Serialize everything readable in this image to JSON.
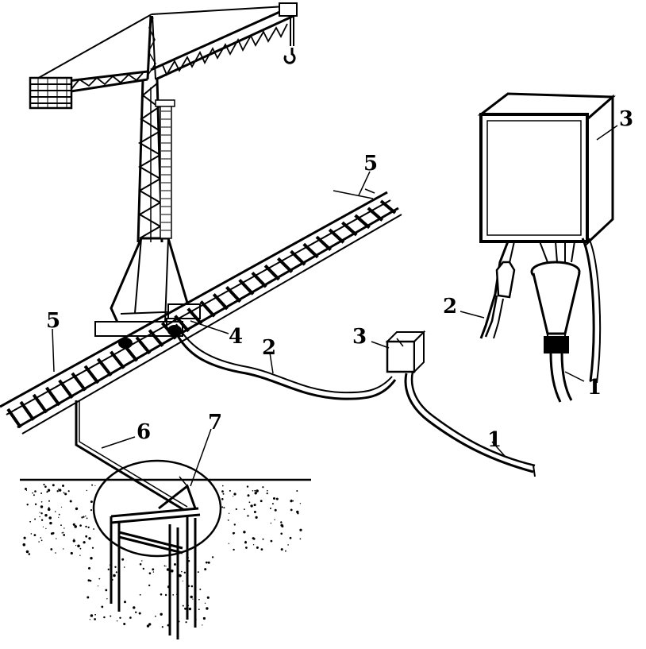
{
  "labels": {
    "power_cable": "1",
    "crane_cable": "2",
    "switch_box": "3",
    "ground_connection": "4",
    "rails": "5",
    "ground_wire": "6",
    "ground_electrode": "7"
  }
}
